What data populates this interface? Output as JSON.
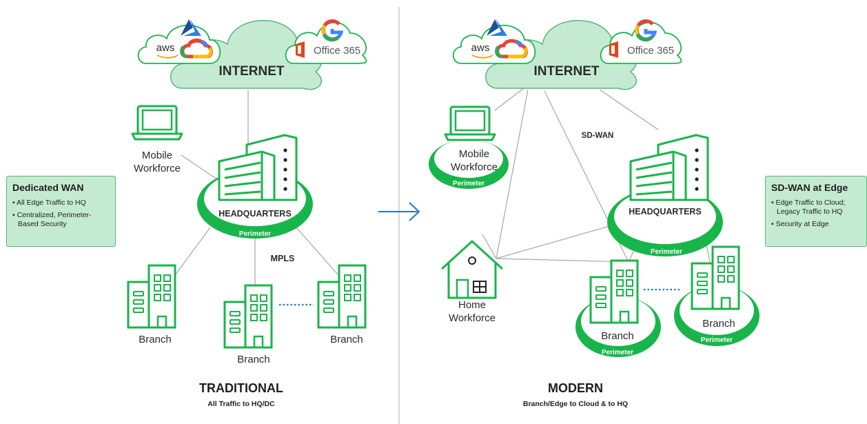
{
  "traditional": {
    "title": "TRADITIONAL",
    "subtitle": "All Traffic to HQ/DC",
    "internet_label": "INTERNET",
    "office365_label": "Office 365",
    "aws_label": "aws",
    "mobile_label": "Mobile\nWorkforce",
    "hq_label": "HEADQUARTERS",
    "perimeter_label": "Perimeter",
    "mpls_label": "MPLS",
    "branches": [
      "Branch",
      "Branch",
      "Branch"
    ],
    "panel": {
      "title": "Dedicated WAN",
      "items": [
        "All Edge Traffic to HQ",
        "Centralized, Perimeter-Based Security"
      ]
    }
  },
  "modern": {
    "title": "MODERN",
    "subtitle": "Branch/Edge to Cloud & to HQ",
    "internet_label": "INTERNET",
    "office365_label": "Office 365",
    "aws_label": "aws",
    "sdwan_label": "SD-WAN",
    "mobile_label": "Mobile\nWorkforce",
    "mobile_perimeter": "Perimeter",
    "home_label": "Home\nWorkforce",
    "hq_label": "HEADQUARTERS",
    "hq_perimeter": "Perimeter",
    "branches": [
      "Branch",
      "Branch"
    ],
    "branch_perimeters": [
      "Perimeter",
      "Perimeter"
    ],
    "panel": {
      "title": "SD-WAN at Edge",
      "items": [
        "Edge Traffic to Cloud; Legacy Traffic to HQ",
        "Security at Edge"
      ]
    }
  },
  "colors": {
    "green": "#18b54a",
    "mint": "#c4ebd1",
    "line": "#a6a6a6",
    "dotted": "#1f76c2",
    "arrow": "#1f76c2"
  }
}
